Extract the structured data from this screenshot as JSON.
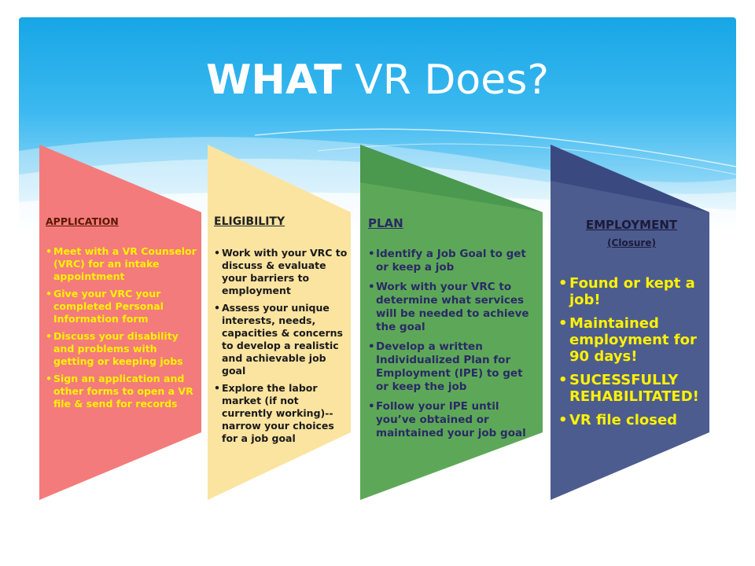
{
  "title": {
    "bold": "WHAT",
    "rest": " VR Does?"
  },
  "colors": {
    "application": "#f47b7b",
    "eligibility": "#fbe4a0",
    "plan": "#5da858",
    "employment": "#4d5c8f"
  },
  "columns": [
    {
      "heading": "APPLICATION",
      "items": [
        "Meet with a VR Counselor (VRC) for an intake appointment",
        "Give your VRC your completed Personal Information form",
        "Discuss your disability and problems with getting or keeping jobs",
        "Sign an application and other forms to open a VR file & send for records"
      ]
    },
    {
      "heading": "ELIGIBILITY",
      "items": [
        "Work with your VRC to discuss & evaluate your barriers to employment",
        "Assess your unique interests, needs, capacities & concerns to develop a realistic and achievable job goal",
        "Explore the labor market (if not currently working)-- narrow your choices for a job goal"
      ]
    },
    {
      "heading": "PLAN",
      "items": [
        "Identify a Job Goal to get or keep a job",
        "Work with your VRC to determine what services will be needed to achieve the goal",
        "Develop a written Individualized Plan for Employment (IPE) to get or keep the job",
        "Follow your IPE until you’ve obtained or maintained your job goal"
      ]
    },
    {
      "heading": "EMPLOYMENT",
      "subheading": "(Closure)",
      "items": [
        "Found or kept a job!",
        "Maintained employment for 90 days!",
        "SUCESSFULLY REHABILITATED!",
        "VR file closed"
      ]
    }
  ]
}
